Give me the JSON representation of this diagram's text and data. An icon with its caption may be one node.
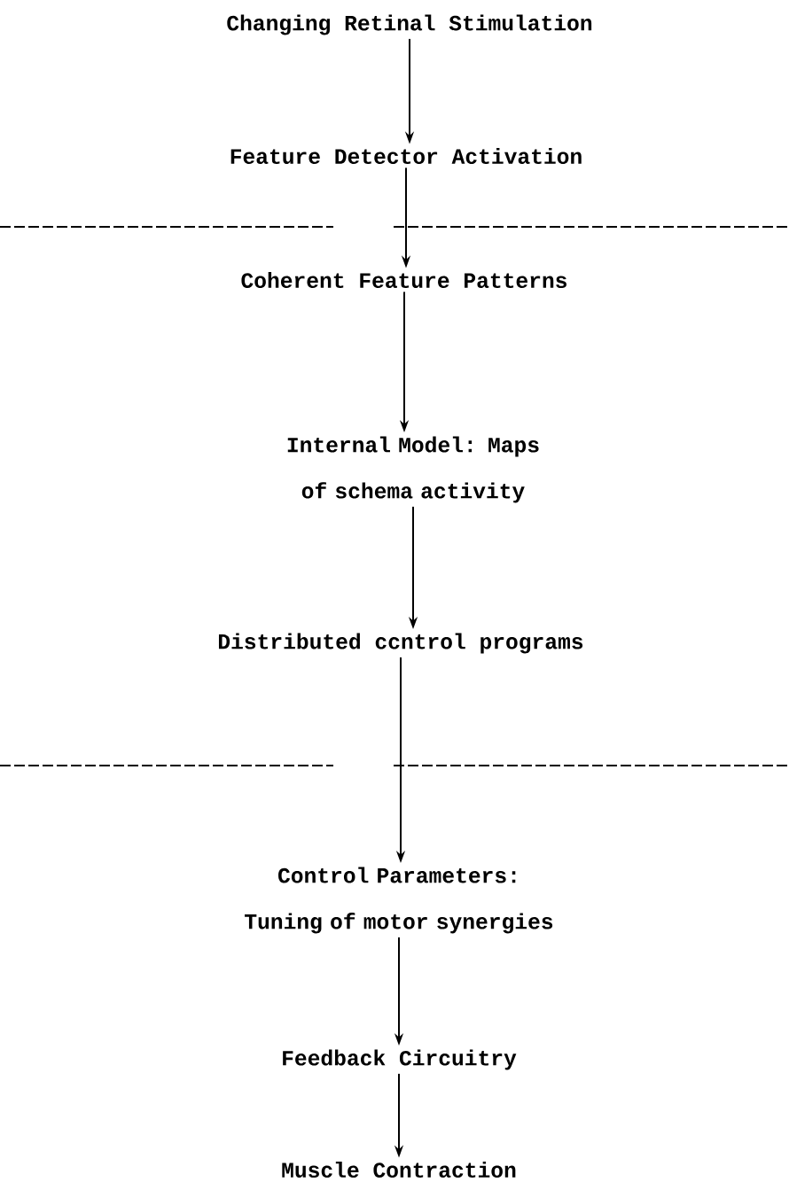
{
  "diagram": {
    "nodes": [
      {
        "text": [
          "Changing Retinal Stimulation"
        ]
      },
      {
        "text": [
          "Feature Detector Activation"
        ]
      },
      {
        "text": [
          "Coherent Feature Patterns"
        ]
      },
      {
        "text": [
          "Internal Model: Maps of schema activity"
        ]
      },
      {
        "text": [
          "Distributed ccntrol programs"
        ]
      },
      {
        "text": [
          "Control Parameters: Tuning of motor synergies"
        ]
      },
      {
        "text": [
          "Feedback Circuitry"
        ]
      },
      {
        "text": [
          "Muscle Contraction"
        ]
      }
    ],
    "edges": [
      {
        "from": 0,
        "to": 1,
        "arrow": "to"
      },
      {
        "from": 1,
        "to": 2,
        "arrow": "to"
      },
      {
        "from": 2,
        "to": 3,
        "arrow": "to"
      },
      {
        "from": 3,
        "to": 4,
        "arrow": "to"
      },
      {
        "from": 4,
        "to": 5,
        "arrow": "to"
      },
      {
        "from": 5,
        "to": 6,
        "arrow": "to"
      },
      {
        "from": 6,
        "to": 7,
        "arrow": "to"
      }
    ]
  }
}
